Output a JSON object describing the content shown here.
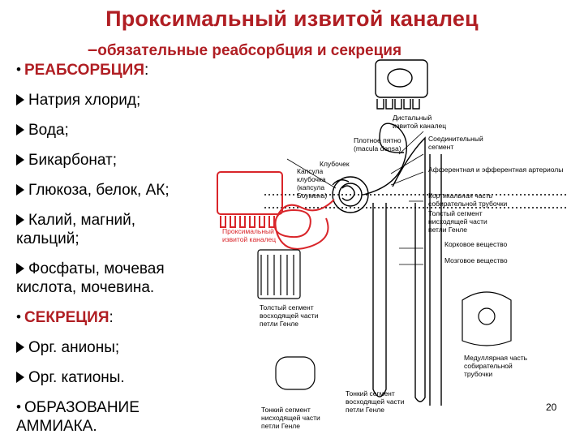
{
  "title": "Проксимальный извитой каналец",
  "subtitle_dash": "–",
  "subtitle": "обязательные реабсорбция и секреция",
  "items": [
    {
      "kind": "bullet",
      "head": "РЕАБСОРБЦИЯ",
      "tail": ":"
    },
    {
      "kind": "arrow",
      "text": "Натрия хлорид;"
    },
    {
      "kind": "arrow",
      "text": "Вода;"
    },
    {
      "kind": "arrow",
      "text": "Бикарбонат;"
    },
    {
      "kind": "arrow",
      "text": "Глюкоза, белок, АК;"
    },
    {
      "kind": "arrow",
      "text": "Калий, магний,",
      "cont": "кальций;"
    },
    {
      "kind": "arrow",
      "text": "Фосфаты, мочевая",
      "cont": "кислота, мочевина."
    },
    {
      "kind": "bullet",
      "head": "СЕКРЕЦИЯ",
      "tail": ":"
    },
    {
      "kind": "arrow",
      "text": "Орг. анионы;"
    },
    {
      "kind": "arrow",
      "text": "Орг. катионы."
    },
    {
      "kind": "bullet",
      "text": "ОБРАЗОВАНИЕ",
      "cont": "АММИАКА."
    }
  ],
  "diagram": {
    "labels": {
      "distal": [
        "Дистальный",
        "извитой каналец"
      ],
      "macula": [
        "Плотное пятно",
        "(macula densa)"
      ],
      "connecting": [
        "Соединительный",
        "сегмент"
      ],
      "glomerulus": "Клубочек",
      "arterioles": "Афферентная и эфферентная артериолы",
      "capsule": [
        "Капсула",
        "клубочка",
        "(капсула",
        "Боумена)"
      ],
      "cortical_collecting": [
        "Кортикальная часть",
        "собирательной трубочки"
      ],
      "thick_ascending_right": [
        "Толстый сегмент",
        "нисходящей части",
        "петли Генле"
      ],
      "cortex": "Корковое вещество",
      "medulla": "Мозговое вещество",
      "proximal": [
        "Проксимальный",
        "извитой каналец"
      ],
      "thick_ascending_left": [
        "Толстый сегмент",
        "восходящей части",
        "петли Генле"
      ],
      "medullary_collecting": [
        "Медуллярная часть",
        "собирательной",
        "трубочки"
      ],
      "thin_ascending": [
        "Тонкий сегмент",
        "восходящей части",
        "петли Генле"
      ],
      "thin_descending": [
        "Тонкий сегмент",
        "нисходящей части",
        "петли Генле"
      ]
    }
  },
  "page_number": "20",
  "colors": {
    "accent": "#b01e23",
    "highlight": "#d9252a"
  }
}
